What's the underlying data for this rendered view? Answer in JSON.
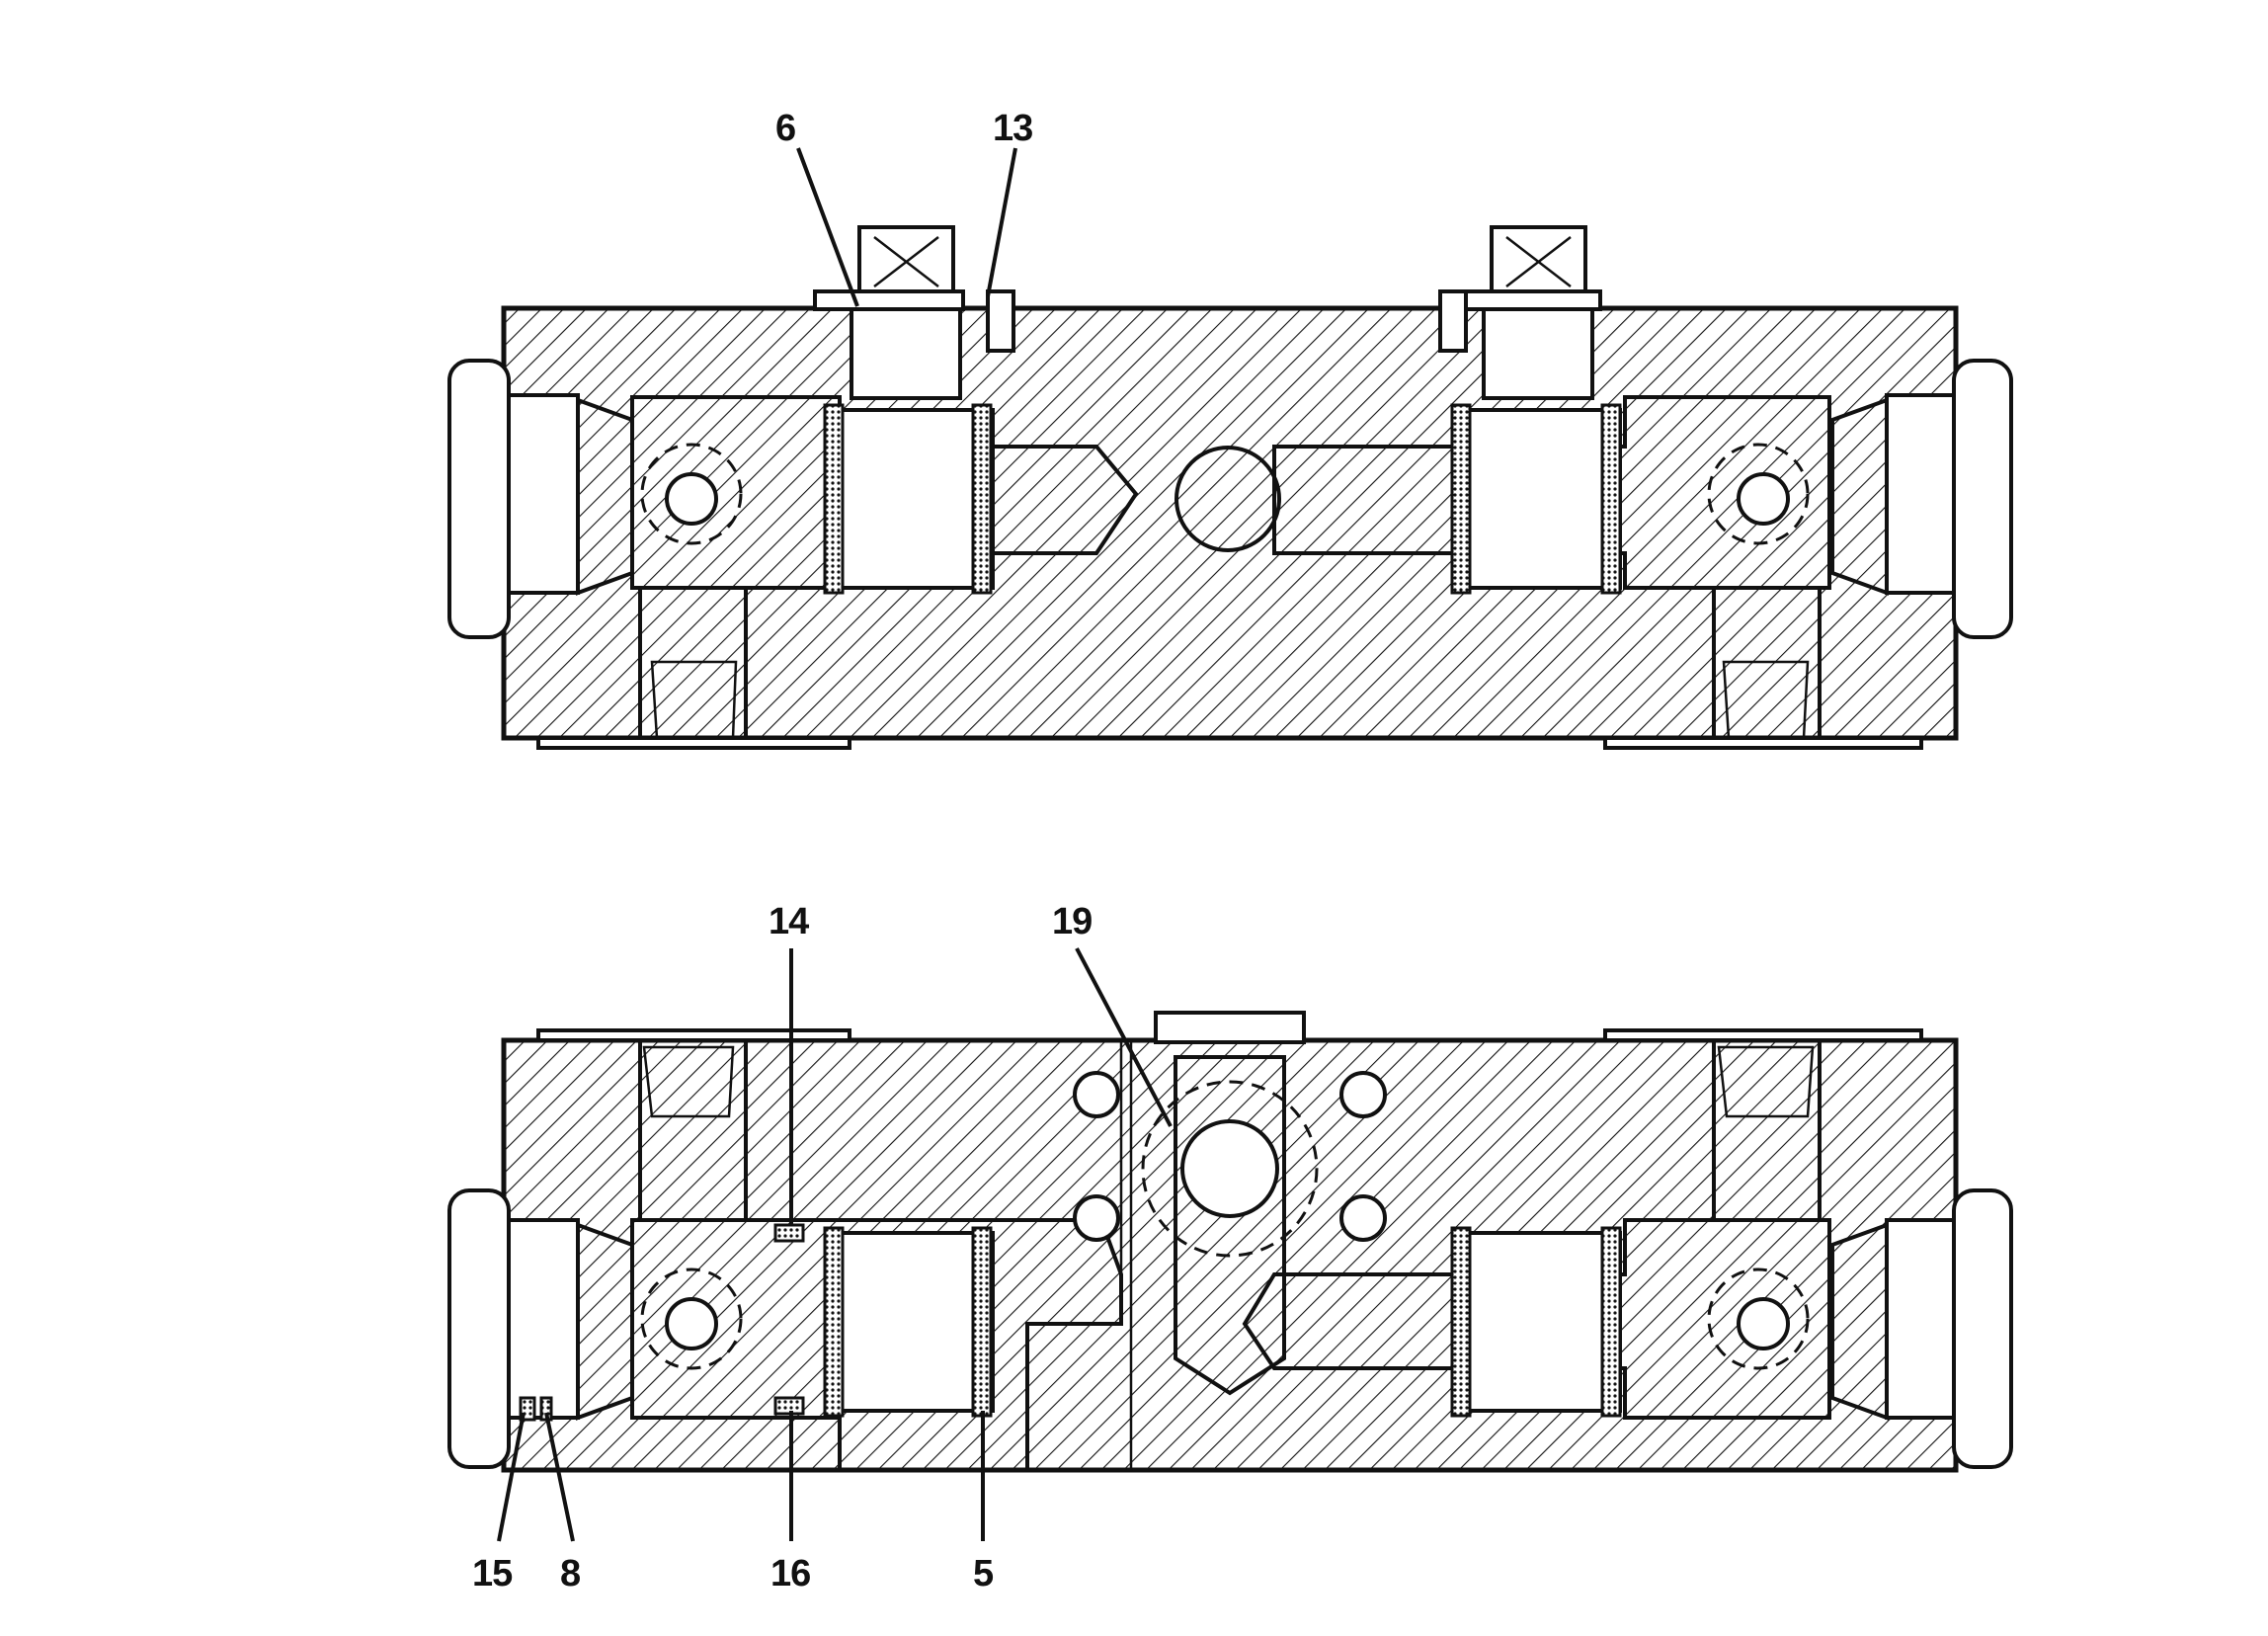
{
  "diagram": {
    "colors": {
      "ink": "#111111",
      "paper": "#ffffff"
    },
    "top_view": {
      "callouts": [
        {
          "id": "6",
          "label": "6"
        },
        {
          "id": "13",
          "label": "13"
        }
      ]
    },
    "bottom_view": {
      "callouts": [
        {
          "id": "14",
          "label": "14"
        },
        {
          "id": "19",
          "label": "19"
        },
        {
          "id": "15",
          "label": "15"
        },
        {
          "id": "8",
          "label": "8"
        },
        {
          "id": "16",
          "label": "16"
        },
        {
          "id": "5",
          "label": "5"
        }
      ]
    }
  }
}
